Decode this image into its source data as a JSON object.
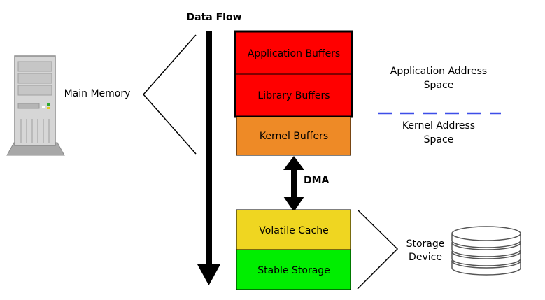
{
  "title": "Data Flow",
  "labels": {
    "main_memory": "Main Memory",
    "dma": "DMA",
    "storage_device_line1": "Storage",
    "storage_device_line2": "Device",
    "app_space_line1": "Application Address",
    "app_space_line2": "Space",
    "kernel_space_line1": "Kernel Address",
    "kernel_space_line2": "Space"
  },
  "blocks": {
    "application_buffers": "Application Buffers",
    "library_buffers": "Library Buffers",
    "kernel_buffers": "Kernel Buffers",
    "volatile_cache": "Volatile Cache",
    "stable_storage": "Stable Storage"
  },
  "colors": {
    "application_buffers": "#ff0000",
    "library_buffers": "#ff0000",
    "kernel_buffers": "#ee8a26",
    "volatile_cache": "#efd621",
    "stable_storage": "#00ee00",
    "separator_line": "#3d4ee8"
  },
  "icons": {
    "server": "server-tower-icon",
    "disk": "disk-stack-icon"
  }
}
